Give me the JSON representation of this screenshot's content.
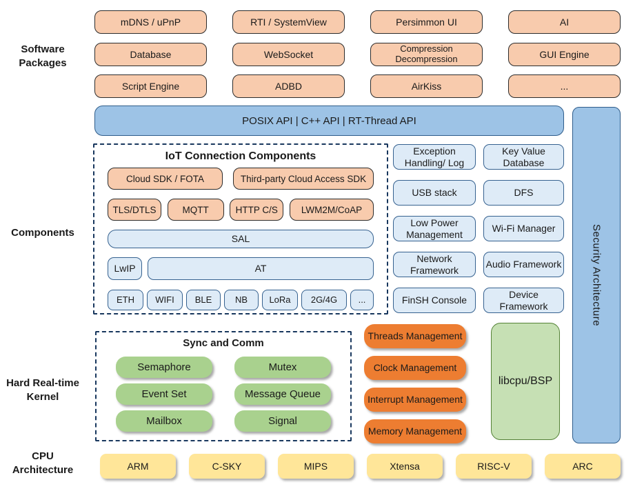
{
  "sections": {
    "software_label": "Software Packages",
    "components_label": "Components",
    "kernel_label": "Hard Real-time Kernel",
    "cpu_label": "CPU Architecture"
  },
  "software": {
    "items": [
      "mDNS / uPnP",
      "RTI / SystemView",
      "Persimmon UI",
      "AI",
      "Database",
      "WebSocket",
      "Compression Decompression",
      "GUI Engine",
      "Script Engine",
      "ADBD",
      "AirKiss",
      "..."
    ]
  },
  "api_banner": {
    "label": "POSIX API | C++ API | RT-Thread API"
  },
  "security": {
    "label": "Security Architecture"
  },
  "iot": {
    "title": "IoT Connection Components",
    "row1": [
      "Cloud SDK / FOTA",
      "Third-party Cloud Access SDK"
    ],
    "row2": [
      "TLS/DTLS",
      "MQTT",
      "HTTP C/S",
      "LWM2M/CoAP"
    ],
    "sal": "SAL",
    "lwip": "LwIP",
    "at": "AT",
    "links": [
      "ETH",
      "WIFI",
      "BLE",
      "NB",
      "LoRa",
      "2G/4G",
      "..."
    ]
  },
  "components_right": {
    "items": [
      "Exception Handling/ Log",
      "Key Value Database",
      "USB stack",
      "DFS",
      "Low Power Management",
      "Wi-Fi Manager",
      "Network Framework",
      "Audio Framework",
      "FinSH Console",
      "Device Framework"
    ]
  },
  "kernel": {
    "sync_title": "Sync and Comm",
    "sync_items": [
      "Semaphore",
      "Mutex",
      "Event Set",
      "Message Queue",
      "Mailbox",
      "Signal"
    ],
    "management_items": [
      "Threads Management",
      "Clock Management",
      "Interrupt Management",
      "Memory Management"
    ],
    "libcpu": "libcpu/BSP"
  },
  "cpu": {
    "items": [
      "ARM",
      "C-SKY",
      "MIPS",
      "Xtensa",
      "RISC-V",
      "ARC"
    ]
  },
  "colors": {
    "package_fill": "#F8CBAD",
    "package_border": "#2B2B2B",
    "api_fill": "#9DC3E6",
    "api_border": "#2E5C8A",
    "component_fill": "#DEEBF7",
    "component_border": "#35618F",
    "dashed_border": "#17365D",
    "sync_fill": "#A9D18E",
    "management_fill": "#ED7D31",
    "libcpu_fill": "#C6E0B4",
    "libcpu_border": "#538135",
    "cpu_fill": "#FFE699"
  }
}
